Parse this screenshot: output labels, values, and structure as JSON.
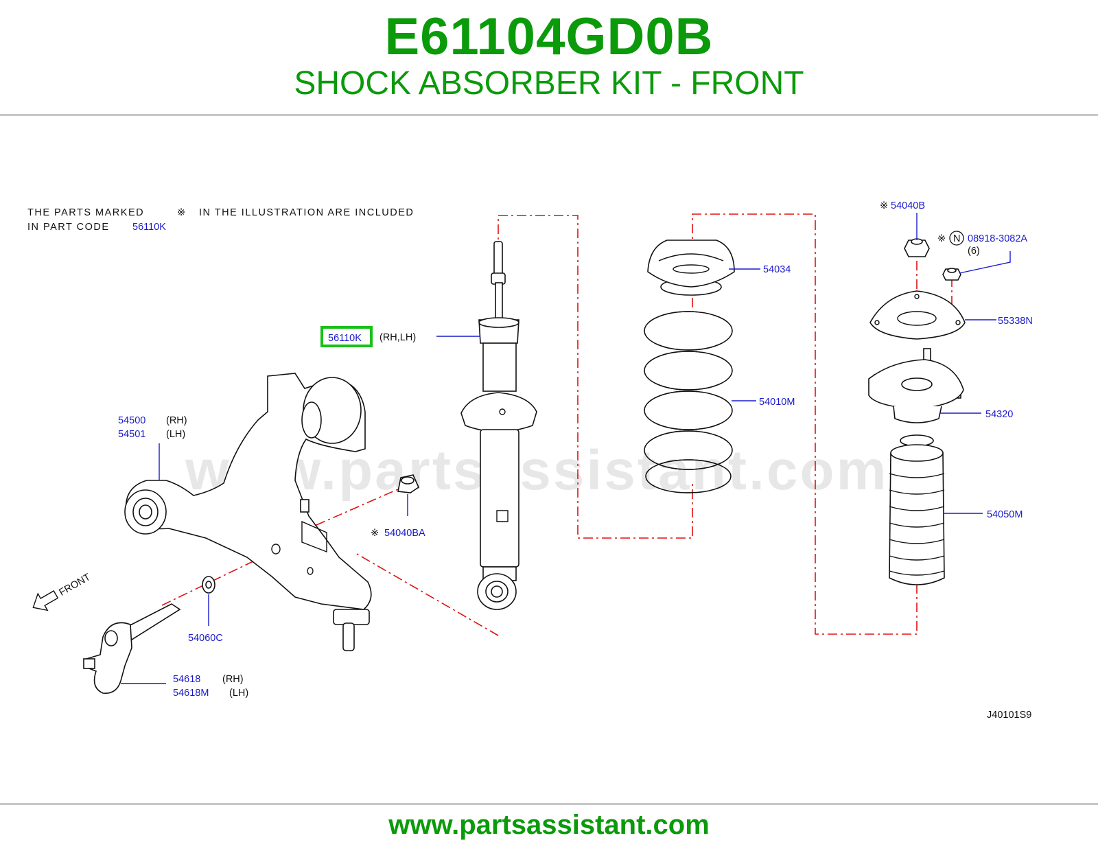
{
  "header": {
    "part_number": "E61104GD0B",
    "title": "SHOCK ABSORBER KIT - FRONT"
  },
  "footer": {
    "url": "www.partsassistant.com"
  },
  "diagram": {
    "watermark": "www.partsassistant.com",
    "note": {
      "line1_pre": "THE  PARTS  MARKED",
      "mark": "※",
      "line1_post": "IN  THE  ILLUSTRATION  ARE  INCLUDED",
      "line2_pre": "IN  PART  CODE",
      "line2_code": "56110K"
    },
    "labels": {
      "shock": {
        "code": "56110K",
        "side": "(RH,LH)"
      },
      "lower_arm": {
        "rh_code": "54500",
        "rh": "(RH)",
        "lh_code": "54501",
        "lh": "(LH)"
      },
      "nut_ba": {
        "mark": "※",
        "code": "54040BA"
      },
      "washer": {
        "code": "54060C"
      },
      "tie_rod": {
        "rh_code": "54618",
        "rh": "(RH)",
        "lh_code": "54618M",
        "lh": "(LH)"
      },
      "front_arrow": "FRONT",
      "spring_seat": {
        "code": "54034"
      },
      "spring": {
        "code": "54010M"
      },
      "nut_b": {
        "mark": "※",
        "code": "54040B"
      },
      "bolt": {
        "mark": "※",
        "circle": "N",
        "code": "08918-3082A",
        "qty": "(6)"
      },
      "plate": {
        "code": "55338N"
      },
      "mount": {
        "code": "54320"
      },
      "bound_bumper": {
        "code": "54050M"
      },
      "figure_id": "J40101S9"
    },
    "colors": {
      "brand_green": "#0a9a0a",
      "label_blue": "#1a1acc",
      "guide_red": "#e01010",
      "highlight_green": "#19c019"
    }
  }
}
